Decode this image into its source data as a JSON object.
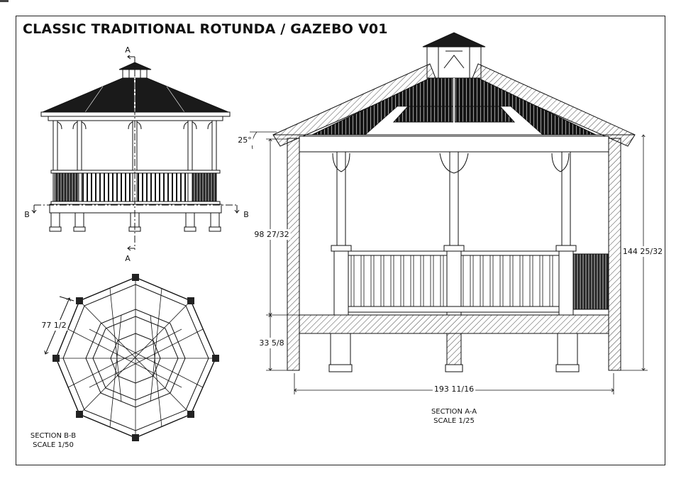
{
  "title": "CLASSIC TRADITIONAL ROTUNDA / GAZEBO V01",
  "elevation": {
    "cut_a_top": "A",
    "cut_a_bottom": "A",
    "cut_b_left": "B",
    "cut_b_right": "B"
  },
  "plan": {
    "dimension": "77 1/2",
    "caption_line1": "SECTION B-B",
    "caption_line2": "SCALE 1/50"
  },
  "section": {
    "roof_pitch": "25°",
    "post_height": "98 27/32",
    "floor_height": "33 5/8",
    "total_height": "144 25/32",
    "total_width": "193 11/16",
    "caption_line1": "SECTION A-A",
    "caption_line2": "SCALE 1/25"
  },
  "colors": {
    "line": "#111111",
    "roof": "#1a1a1a",
    "paper": "#ffffff"
  }
}
